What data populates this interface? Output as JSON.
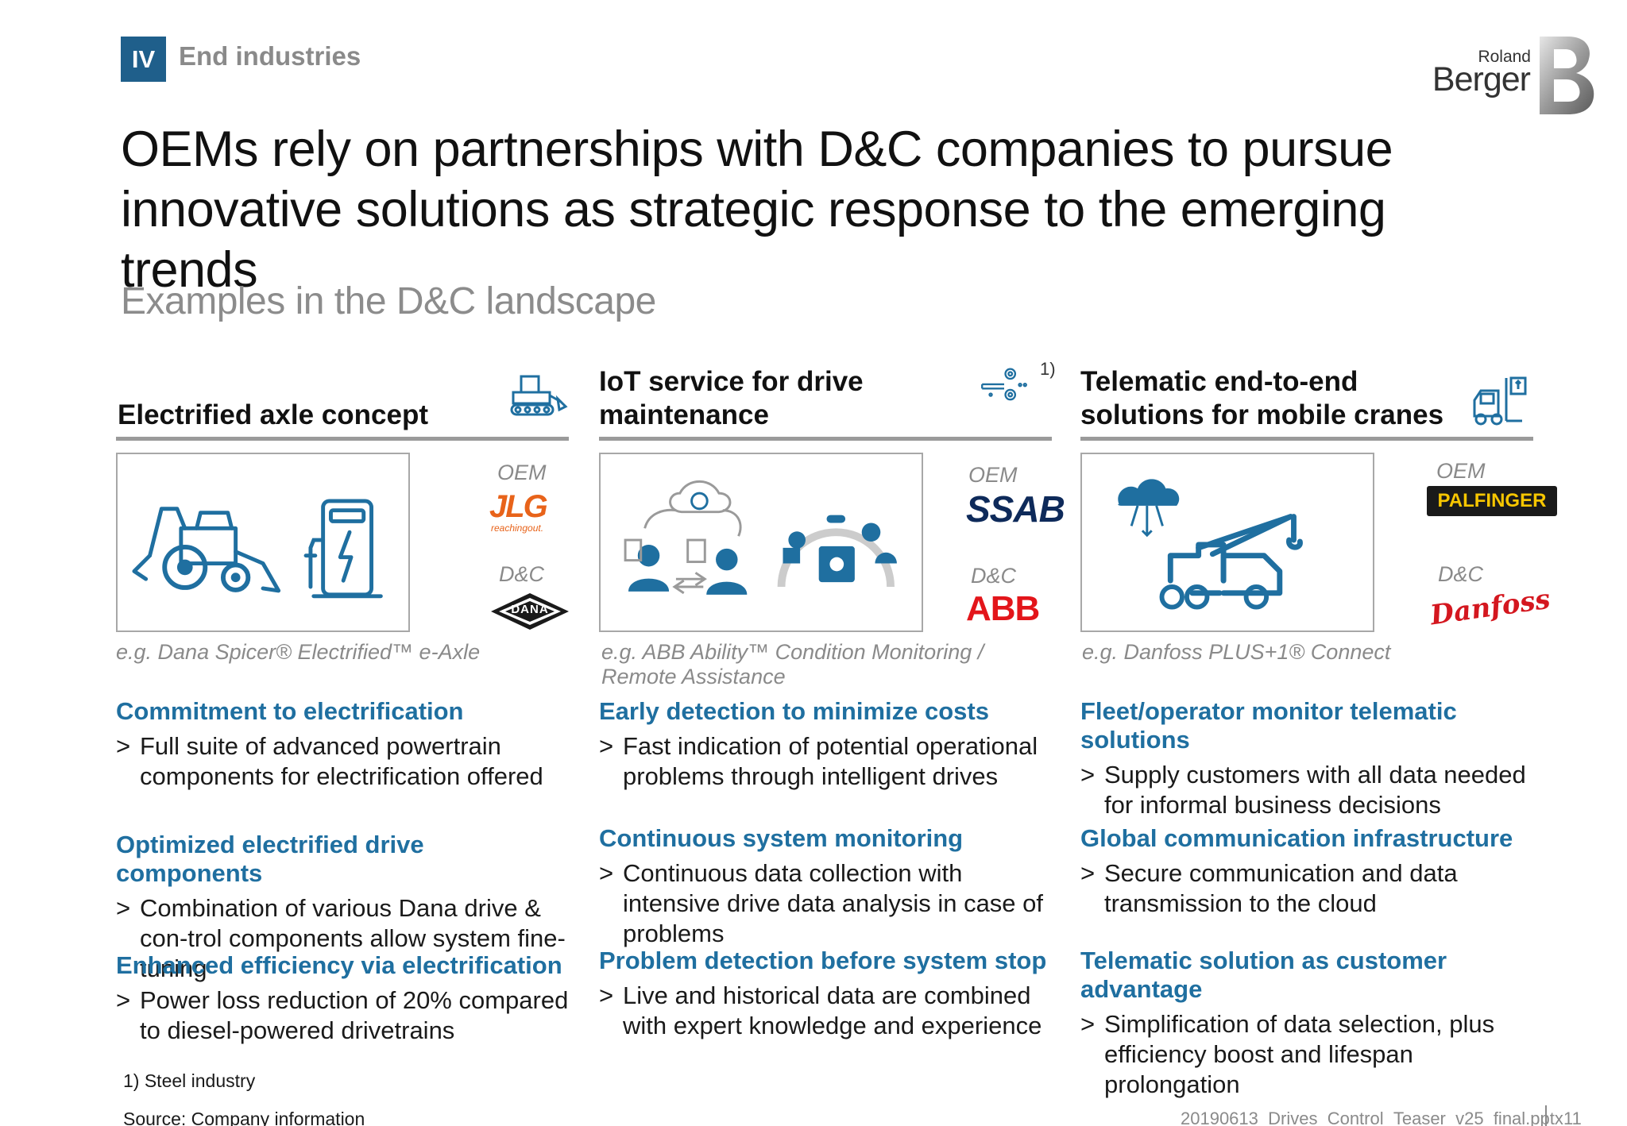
{
  "header": {
    "section_badge": "IV",
    "section_name": "End industries",
    "logo_top": "Roland",
    "logo_bottom": "Berger",
    "title": "OEMs rely on partnerships with D&C companies to pursue innovative solutions as strategic response to the emerging trends",
    "subtitle": "Examples in the D&C landscape"
  },
  "colors": {
    "accent_blue": "#1f6fa0",
    "badge_blue": "#1f5f8b",
    "icon_blue": "#1f6fa0",
    "jlg_orange": "#e8631a",
    "abb_red": "#e3151a",
    "danfoss_red": "#d4171f",
    "ssab_navy": "#0e2a5a",
    "palfinger_yellow": "#f7c600"
  },
  "columns": [
    {
      "title": "Electrified axle concept",
      "icon": "tracked-vehicle-icon",
      "oem_label": "OEM",
      "oem_brand": "JLG",
      "oem_brand_tagline": "reachingout.",
      "dc_label": "D&C",
      "dc_brand": "DANA",
      "example": "e.g. Dana Spicer® Electrified™ e-Axle",
      "blocks": [
        {
          "title": "Commitment to electrification",
          "bullet": "Full suite of advanced powertrain components for electrification offered"
        },
        {
          "title": "Optimized electrified drive components",
          "bullet": "Combination of various Dana drive & con-trol components allow system fine-tuning"
        },
        {
          "title": "Enhanced efficiency via electrification",
          "bullet": "Power loss reduction of 20% compared to diesel-powered drivetrains"
        }
      ]
    },
    {
      "title": "IoT service for drive maintenance",
      "icon": "steel-rolling-icon",
      "footnote_mark": "1)",
      "oem_label": "OEM",
      "oem_brand": "SSAB",
      "dc_label": "D&C",
      "dc_brand": "ABB",
      "example": "e.g. ABB Ability™ Condition Monitoring / Remote Assistance",
      "blocks": [
        {
          "title": "Early detection to minimize costs",
          "bullet": "Fast indication of potential operational problems through intelligent drives"
        },
        {
          "title": "Continuous system monitoring",
          "bullet": "Continuous data collection with intensive drive data analysis in case of problems"
        },
        {
          "title": "Problem detection before system stop",
          "bullet": "Live and historical data are combined with expert knowledge and experience"
        }
      ]
    },
    {
      "title": "Telematic end-to-end solutions for mobile cranes",
      "icon": "forklift-icon",
      "oem_label": "OEM",
      "oem_brand": "PALFINGER",
      "dc_label": "D&C",
      "dc_brand": "Danfoss",
      "example": "e.g. Danfoss PLUS+1® Connect",
      "blocks": [
        {
          "title": "Fleet/operator monitor telematic solutions",
          "bullet": "Supply customers with all data needed for informal business decisions"
        },
        {
          "title": "Global communication infrastructure",
          "bullet": "Secure communication and data transmission to the cloud"
        },
        {
          "title": "Telematic solution as customer advantage",
          "bullet": "Simplification of data selection, plus efficiency boost and lifespan prolongation"
        }
      ]
    }
  ],
  "footer": {
    "footnote": "1) Steel industry",
    "source": "Source: Company information",
    "filename": "20190613_Drives_Control_Teaser_v25_final.pptx",
    "page": "11"
  }
}
